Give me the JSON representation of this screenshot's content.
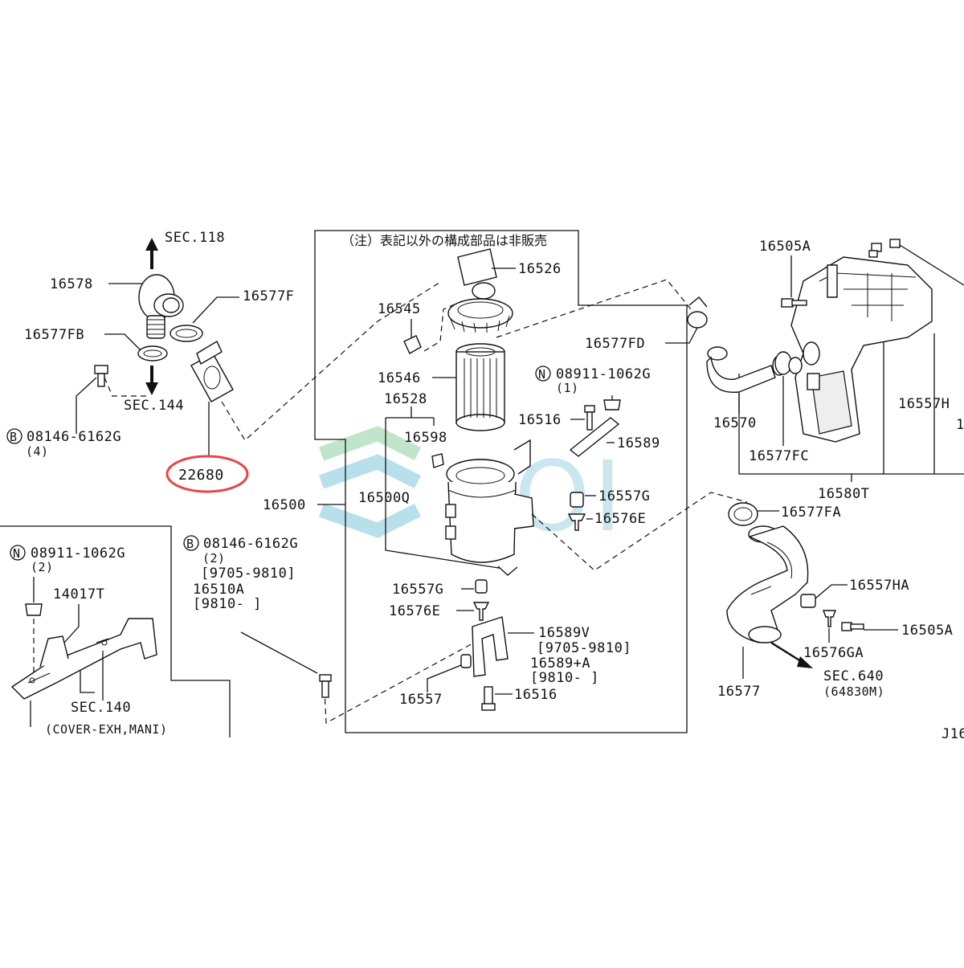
{
  "note": "（注）表記以外の構成部品は非販売",
  "diagram_code": "J16",
  "highlighted_part": "22680",
  "sections": {
    "sec118": "SEC.118",
    "sec144": "SEC.144",
    "sec140": "SEC.140",
    "sec140_desc": "(COVER-EXH,MANI)",
    "sec640": "SEC.640",
    "sec640_desc": "(64830M)"
  },
  "labels": {
    "p16578": "16578",
    "p16577F": "16577F",
    "p16577FB": "16577FB",
    "bolt_b_left": "08146-6162G",
    "bolt_b_left_qty": "(4)",
    "p16545": "16545",
    "p16526": "16526",
    "p16546": "16546",
    "p16528": "16528",
    "p16598": "16598",
    "p16500": "16500",
    "p16500Q": "16500Q",
    "nut_n_mid": "08911-1062G",
    "nut_n_mid_qty": "(1)",
    "p16516_top": "16516",
    "p16589": "16589",
    "p16557G_top": "16557G",
    "p16576E_top": "16576E",
    "p16557G_bot": "16557G",
    "p16576E_bot": "16576E",
    "p16589V": "16589V",
    "p16589V_range": "[9705-9810]",
    "p16589A": "16589+A",
    "p16589A_range": "[9810-   ]",
    "p16557": "16557",
    "p16516_bot": "16516",
    "bolt_b_mid": "08146-6162G",
    "bolt_b_mid_qty": "(2)",
    "bolt_b_mid_range": "[9705-9810]",
    "p16510A": "16510A",
    "p16510A_range": "[9810-   ]",
    "nut_n_left": "08911-1062G",
    "nut_n_left_qty": "(2)",
    "p14017T": "14017T",
    "p16505A_top": "16505A",
    "p16577FD": "16577FD",
    "p16570": "16570",
    "p16577FC": "16577FC",
    "p16580T": "16580T",
    "p16557H": "16557H",
    "p1_cut": "1",
    "p16577FA": "16577FA",
    "p16557HA": "16557HA",
    "p16505A_bot": "16505A",
    "p16576GA": "16576GA",
    "p16577": "16577"
  },
  "symbols": {
    "bolt": "B",
    "nut": "N"
  },
  "watermark": {
    "text": "SOI",
    "color_blue": "#7fc7dc",
    "color_green": "#8fd1a0"
  },
  "colors": {
    "highlight": "#e8454a",
    "line": "#111111"
  }
}
